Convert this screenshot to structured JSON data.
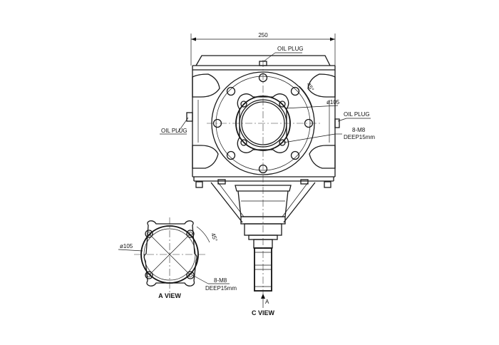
{
  "labels": {
    "overall_width": "250",
    "oil_plug_top": "OIL PLUG",
    "oil_plug_left": "OIL PLUG",
    "oil_plug_right": "OIL PLUG",
    "diameter_main": "ø105",
    "angle_main": "45°",
    "thread_main_line1": "8-M8",
    "thread_main_line2": "DEEP15mm",
    "diameter_a_view": "ø105",
    "angle_a_view": "45°",
    "thread_a_view_line1": "8-M8",
    "thread_a_view_line2": "DEEP15mm",
    "a_view_title": "A VIEW",
    "c_view_title": "C VIEW",
    "section_marker": "A"
  }
}
